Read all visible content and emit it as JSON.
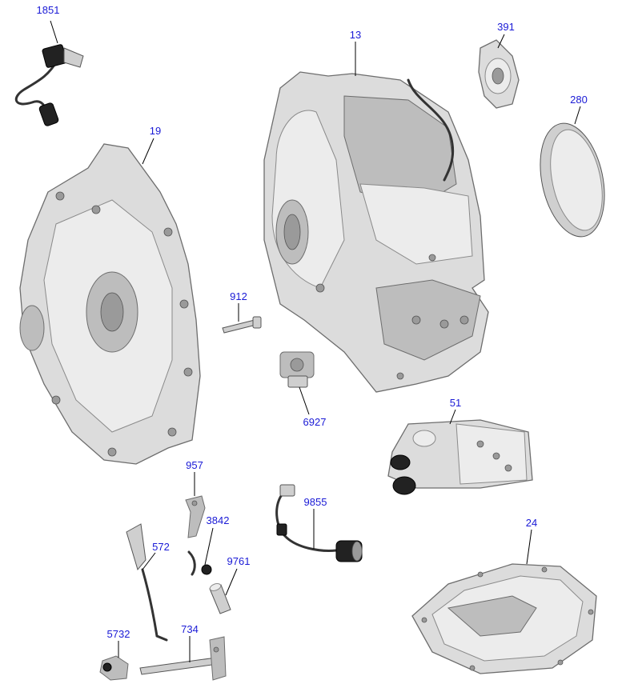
{
  "callouts": [
    {
      "id": "c1851",
      "label": "1851"
    },
    {
      "id": "c13",
      "label": "13"
    },
    {
      "id": "c391",
      "label": "391"
    },
    {
      "id": "c280",
      "label": "280"
    },
    {
      "id": "c19",
      "label": "19"
    },
    {
      "id": "c912",
      "label": "912"
    },
    {
      "id": "c6927",
      "label": "6927"
    },
    {
      "id": "c51",
      "label": "51"
    },
    {
      "id": "c957",
      "label": "957"
    },
    {
      "id": "c3842",
      "label": "3842"
    },
    {
      "id": "c572",
      "label": "572"
    },
    {
      "id": "c9855",
      "label": "9855"
    },
    {
      "id": "c9761",
      "label": "9761"
    },
    {
      "id": "c24",
      "label": "24"
    },
    {
      "id": "c5732",
      "label": "5732"
    },
    {
      "id": "c734",
      "label": "734"
    }
  ],
  "colors": {
    "callout": "#1a1ad6",
    "leader": "#000000"
  }
}
